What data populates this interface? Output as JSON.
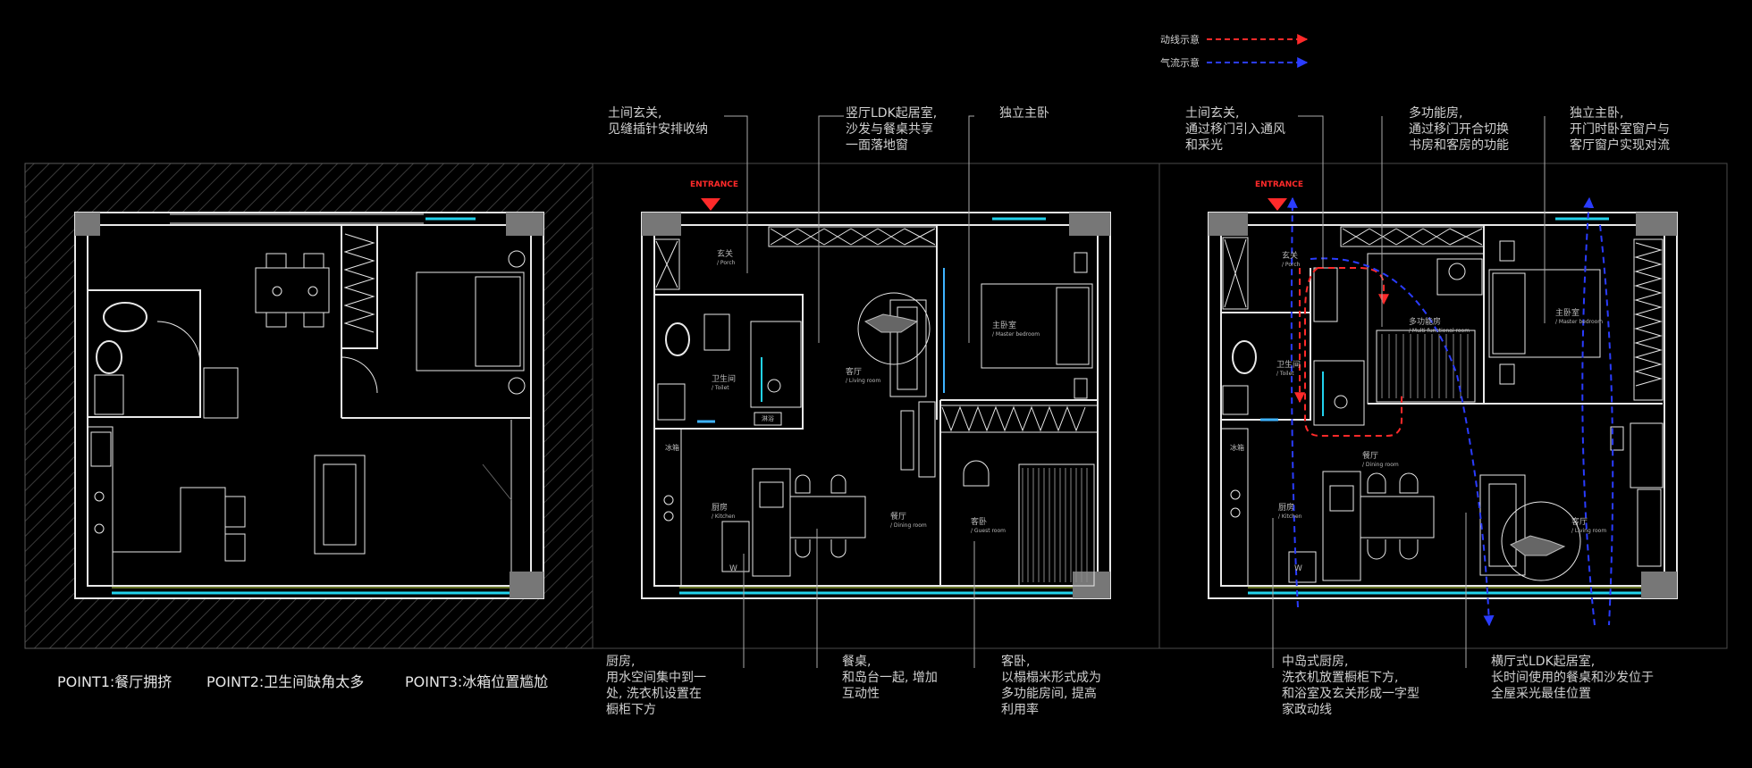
{
  "legend": {
    "flow_label": "动线示意",
    "air_label": "气流示意",
    "flow_color": "#ff2a2a",
    "air_color": "#2a3cff"
  },
  "points": [
    "POINT1:餐厅拥挤",
    "POINT2:卫生间缺角太多",
    "POINT3:冰箱位置尴尬"
  ],
  "entrance": "ENTRANCE",
  "plan2": {
    "callouts_top": [
      [
        "土间玄关,",
        "见缝插针安排收纳"
      ],
      [
        "竖厅LDK起居室,",
        "沙发与餐桌共享",
        "一面落地窗"
      ],
      [
        "独立主卧"
      ]
    ],
    "callouts_bottom": [
      [
        "厨房,",
        "用水空间集中到一",
        "处, 洗衣机设置在",
        "橱柜下方"
      ],
      [
        "餐桌,",
        "和岛台一起, 增加",
        "互动性"
      ],
      [
        "客卧,",
        "以榻榻米形式成为",
        "多功能房间, 提高",
        "利用率"
      ]
    ],
    "rooms": {
      "porch": "玄关",
      "porch_en": "/ Porch",
      "toilet": "卫生间",
      "toilet_en": "/ Toilet",
      "living": "客厅",
      "living_en": "/ Living room",
      "master": "主卧室",
      "master_en": "/ Master bedroom",
      "dining": "餐厅",
      "dining_en": "/ Dining room",
      "kitchen": "厨房",
      "kitchen_en": "/ Kitchen",
      "guest": "客卧",
      "guest_en": "/ Guest room",
      "fridge": "冰箱",
      "washer": "W",
      "bath": "淋浴"
    }
  },
  "plan3": {
    "callouts_top": [
      [
        "土间玄关,",
        "通过移门引入通风",
        "和采光"
      ],
      [
        "多功能房,",
        "通过移门开合切换",
        "书房和客房的功能"
      ],
      [
        "独立主卧,",
        "开门时卧室窗户与",
        "客厅窗户实现对流"
      ]
    ],
    "callouts_bottom": [
      [
        "中岛式厨房,",
        "洗衣机放置橱柜下方,",
        "和浴室及玄关形成一字型",
        "家政动线"
      ],
      [
        "横厅式LDK起居室,",
        "长时间使用的餐桌和沙发位于",
        "全屋采光最佳位置"
      ]
    ],
    "rooms": {
      "porch": "玄关",
      "porch_en": "/ Porch",
      "toilet": "卫生间",
      "toilet_en": "/ Toilet",
      "multi": "多功能房",
      "multi_en": "/ Multi-functional room",
      "master": "主卧室",
      "master_en": "/ Master bedroom",
      "dining": "餐厅",
      "dining_en": "/ Dining room",
      "kitchen": "厨房",
      "kitchen_en": "/ Kitchen",
      "living": "客厅",
      "living_en": "/ Living room",
      "fridge": "冰箱",
      "washer": "W"
    }
  }
}
